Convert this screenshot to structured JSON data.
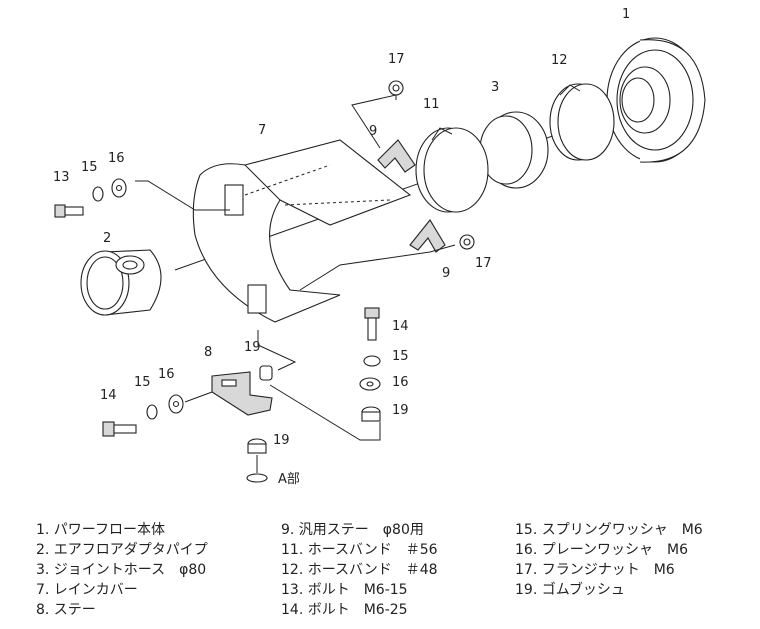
{
  "callouts": {
    "n1": "1",
    "n2": "2",
    "n3": "3",
    "n7": "7",
    "n8": "8",
    "n9a": "9",
    "n9b": "9",
    "n11": "11",
    "n12": "12",
    "n13": "13",
    "n14a": "14",
    "n14b": "14",
    "n15a": "15",
    "n15b": "15",
    "n16a": "16",
    "n16b": "16",
    "n17a": "17",
    "n17b": "17",
    "n19a": "19",
    "n19b": "19",
    "n19c": "19",
    "detail_a": "A部"
  },
  "legend": {
    "col1": [
      "1. パワーフロー本体",
      "2. エアフロアダプタパイプ",
      "3. ジョイントホース　φ80",
      "7. レインカバー",
      "8. ステー"
    ],
    "col2": [
      "9. 汎用ステー　φ80用",
      "11. ホースバンド　＃56",
      "12. ホースバンド　＃48",
      "13. ボルト　M6-15",
      "14. ボルト　M6-25"
    ],
    "col3": [
      "15. スプリングワッシャ　M6",
      "16. プレーンワッシャ　M6",
      "17. フランジナット　M6",
      "19. ゴムブッシュ"
    ]
  }
}
